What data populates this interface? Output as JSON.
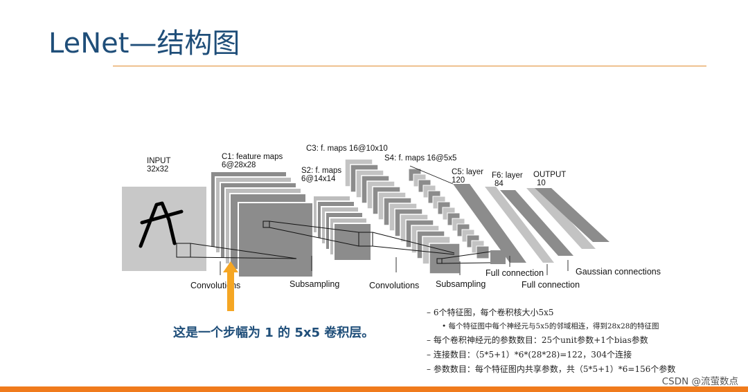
{
  "title": "LeNet—结构图",
  "diagram": {
    "layers": {
      "input": [
        "INPUT",
        "32x32"
      ],
      "c1": [
        "C1: feature maps",
        "6@28x28"
      ],
      "s2": [
        "S2: f. maps",
        "6@14x14"
      ],
      "c3": "C3: f. maps 16@10x10",
      "s4": "S4: f. maps 16@5x5",
      "c5": [
        "C5: layer",
        "120"
      ],
      "f6": [
        "F6: layer",
        "84"
      ],
      "output": [
        "OUTPUT",
        "10"
      ]
    },
    "bottom_labels": {
      "conv1": "Convolutions",
      "sub1": "Subsampling",
      "conv2": "Convolutions",
      "sub2": "Subsampling",
      "full1": "Full connection",
      "full2": "Full connection",
      "gauss": "Gaussian connections"
    },
    "colors": {
      "input_bg": "#c8c8c8",
      "map_dark": "#8c8c8c",
      "map_light": "#c3c3c3",
      "arrow": "#f5a623"
    }
  },
  "caption": "这是一个步幅为 1 的 5x5 卷积层。",
  "notes": [
    {
      "text": "– 6个特征图，每个卷积核大小5x5",
      "sub": false
    },
    {
      "text": "• 每个特征图中每个神经元与5x5的邻域相连，得到28x28的特征图",
      "sub": true
    },
    {
      "text": "– 每个卷积神经元的参数数目：25个unit参数+1个bias参数",
      "sub": false
    },
    {
      "text": "– 连接数目：（5*5+1）*6*(28*28)=122，304个连接",
      "sub": false
    },
    {
      "text": "– 参数数目：每个特征图内共享参数，共（5*5+1）*6=156个参数",
      "sub": false
    }
  ],
  "watermark": "CSDN @流萤数点"
}
